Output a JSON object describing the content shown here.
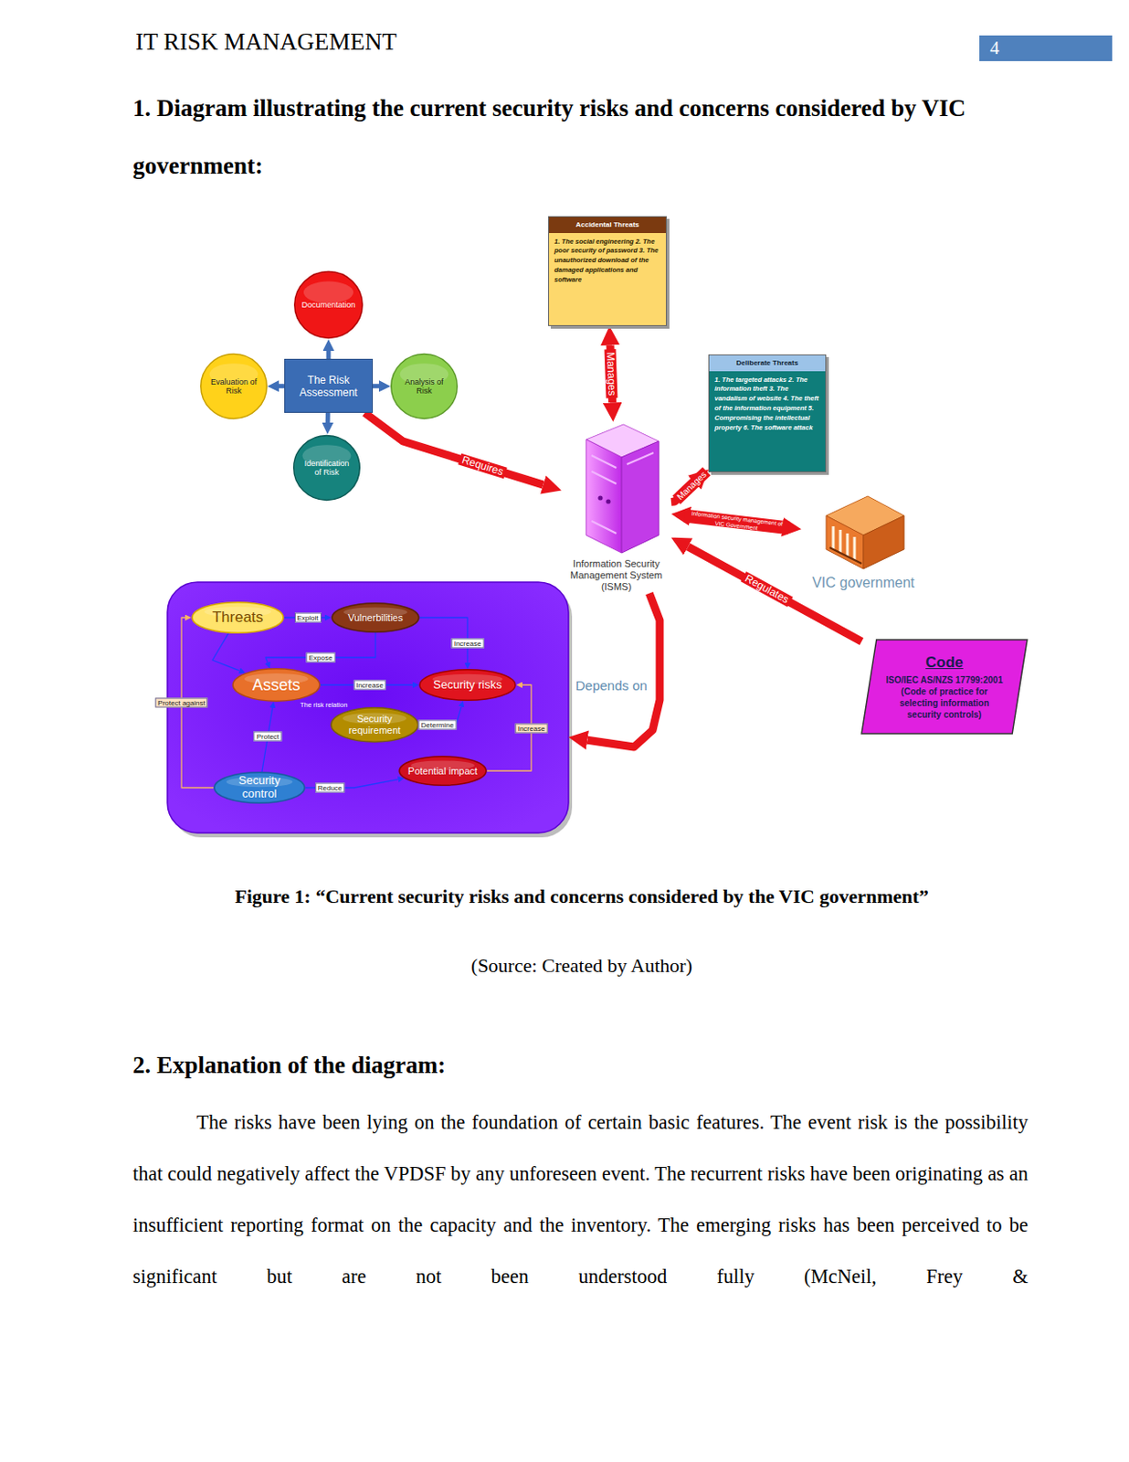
{
  "diagram": {
    "title": "1. Diagram illustrating the current security risks and concerns considered by VIC government:",
    "caption": "Figure 1: “Current security risks and concerns considered by the VIC government”",
    "nodes": [
      {
        "text": [
          "Accidental Threats",
          "1. The social engineering 2. The poor security of password 3. The unauthorized download of the damaged applications and software"
        ]
      },
      {
        "text": [
          "Documentation"
        ]
      },
      {
        "text": [
          "Deliberate Threats",
          "1. The targeted attacks 2. The information theft 3. The vandalism of website 4. The theft of the information equipment 5. Compromising the intellectual property 6. The software attack"
        ]
      },
      {
        "text": [
          "Evaluation of Risk"
        ]
      },
      {
        "text": [
          "The Risk Assessment"
        ]
      },
      {
        "text": [
          "Analysis of Risk"
        ]
      },
      {
        "text": [
          "Information Security Management System (ISMS)"
        ]
      },
      {
        "text": [
          "VIC government"
        ]
      },
      {
        "text": [
          "Identification of Risk"
        ]
      },
      {
        "text": [
          "The risk relation"
        ]
      },
      {
        "text": [
          "Threats"
        ],
        "in": 9
      },
      {
        "text": [
          "Vulnerbilities"
        ],
        "in": 9
      },
      {
        "text": [
          "Assets"
        ],
        "in": 9
      },
      {
        "text": [
          "Security risks"
        ],
        "in": 9
      },
      {
        "text": [
          "Security requirement"
        ],
        "in": 9
      },
      {
        "text": [
          "Potential impact"
        ],
        "in": 9
      },
      {
        "text": [
          "Security control"
        ],
        "in": 9
      },
      {
        "text": [
          "Code",
          "ISO/IEC AS/NZS 17799:2001 (Code of practice for selecting information security controls)"
        ]
      }
    ],
    "edges": [
      {
        "from": 4,
        "to": 1,
        "arrow": "to"
      },
      {
        "from": 4,
        "to": 3,
        "arrow": "to"
      },
      {
        "from": 4,
        "to": 5,
        "arrow": "to"
      },
      {
        "from": 4,
        "to": 8,
        "arrow": "to"
      },
      {
        "from": 4,
        "to": 6,
        "label": "Requires",
        "arrow": "to"
      },
      {
        "from": 6,
        "to": 0,
        "label": "Manages",
        "arrow": "both"
      },
      {
        "from": 6,
        "to": 2,
        "label": "Manages",
        "arrow": "to"
      },
      {
        "from": 6,
        "to": 7,
        "label": "Information security management of VIC Government",
        "arrow": "both"
      },
      {
        "from": 17,
        "to": 6,
        "label": "Regulates",
        "arrow": "to"
      },
      {
        "from": 6,
        "to": 9,
        "label": "Depends on",
        "arrow": "to"
      },
      {
        "from": 10,
        "to": 11,
        "label": "Exploit",
        "arrow": "to"
      },
      {
        "from": 11,
        "to": 13,
        "label": "Increase",
        "arrow": "to"
      },
      {
        "from": 10,
        "to": 12,
        "arrow": "to"
      },
      {
        "from": 11,
        "to": 12,
        "label": "Expose",
        "arrow": "to"
      },
      {
        "from": 12,
        "to": 13,
        "label": "Increase",
        "arrow": "to"
      },
      {
        "from": 14,
        "to": 13,
        "label": "Determine",
        "arrow": "to"
      },
      {
        "from": 15,
        "to": 13,
        "label": "Increase",
        "arrow": "to"
      },
      {
        "from": 16,
        "to": 15,
        "label": "Reduce",
        "arrow": "to"
      },
      {
        "from": 16,
        "to": 12,
        "label": "Protect",
        "arrow": "to"
      },
      {
        "from": 16,
        "to": 10,
        "label": "Protect against",
        "arrow": "to"
      }
    ],
    "labels": [
      "IT RISK MANAGEMENT",
      "4",
      "(Source: Created by Author)",
      "2. Explanation of the diagram:",
      "The risks have been lying on the foundation of certain basic features. The event risk is the possibility that could negatively affect the VPDSF by any unforeseen event. The recurrent risks have been originating as an insufficient reporting format on the capacity and the inventory. The emerging risks has been perceived to be significant but are not been understood fully (McNeil, Frey &"
    ]
  }
}
